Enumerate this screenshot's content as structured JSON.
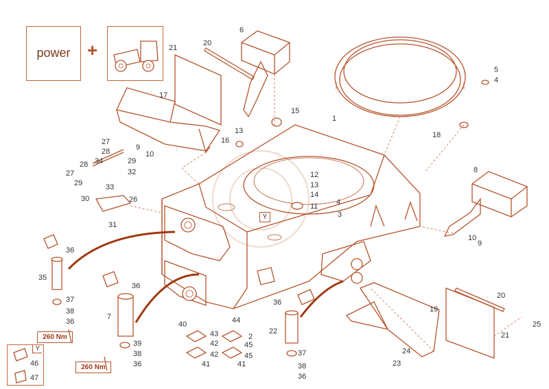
{
  "power_box": {
    "label": "power"
  },
  "plus": "+",
  "torque_labels": [
    "260 Nm",
    "260 Nm"
  ],
  "view_labels": {
    "main": "Y",
    "inset": "Y"
  },
  "colors": {
    "line": "#b5532a",
    "text": "#333333",
    "frame": "#c8653a"
  },
  "callouts": [
    {
      "id": "c1",
      "text": "1"
    },
    {
      "id": "c2",
      "text": "2"
    },
    {
      "id": "c3",
      "text": "3"
    },
    {
      "id": "c4a",
      "text": "4"
    },
    {
      "id": "c4b",
      "text": "4"
    },
    {
      "id": "c5",
      "text": "5"
    },
    {
      "id": "c6",
      "text": "6"
    },
    {
      "id": "c7",
      "text": "7"
    },
    {
      "id": "c8",
      "text": "8"
    },
    {
      "id": "c9a",
      "text": "9"
    },
    {
      "id": "c9b",
      "text": "9"
    },
    {
      "id": "c10a",
      "text": "10"
    },
    {
      "id": "c10b",
      "text": "10"
    },
    {
      "id": "c11",
      "text": "11"
    },
    {
      "id": "c12",
      "text": "12"
    },
    {
      "id": "c13a",
      "text": "13"
    },
    {
      "id": "c13b",
      "text": "13"
    },
    {
      "id": "c14",
      "text": "14"
    },
    {
      "id": "c15",
      "text": "15"
    },
    {
      "id": "c16",
      "text": "16"
    },
    {
      "id": "c17",
      "text": "17"
    },
    {
      "id": "c18",
      "text": "18"
    },
    {
      "id": "c19",
      "text": "19"
    },
    {
      "id": "c20a",
      "text": "20"
    },
    {
      "id": "c20b",
      "text": "20"
    },
    {
      "id": "c21a",
      "text": "21"
    },
    {
      "id": "c21b",
      "text": "21"
    },
    {
      "id": "c22",
      "text": "22"
    },
    {
      "id": "c23",
      "text": "23"
    },
    {
      "id": "c24",
      "text": "24"
    },
    {
      "id": "c25",
      "text": "25"
    },
    {
      "id": "c26",
      "text": "26"
    },
    {
      "id": "c27a",
      "text": "27"
    },
    {
      "id": "c27b",
      "text": "27"
    },
    {
      "id": "c28a",
      "text": "28"
    },
    {
      "id": "c28b",
      "text": "28"
    },
    {
      "id": "c29a",
      "text": "29"
    },
    {
      "id": "c29b",
      "text": "29"
    },
    {
      "id": "c30",
      "text": "30"
    },
    {
      "id": "c31",
      "text": "31"
    },
    {
      "id": "c32",
      "text": "32"
    },
    {
      "id": "c33",
      "text": "33"
    },
    {
      "id": "c34",
      "text": "34"
    },
    {
      "id": "c35",
      "text": "35"
    },
    {
      "id": "c36a",
      "text": "36"
    },
    {
      "id": "c36b",
      "text": "36"
    },
    {
      "id": "c36c",
      "text": "36"
    },
    {
      "id": "c36d",
      "text": "36"
    },
    {
      "id": "c36e",
      "text": "36"
    },
    {
      "id": "c36f",
      "text": "36"
    },
    {
      "id": "c37a",
      "text": "37"
    },
    {
      "id": "c37b",
      "text": "37"
    },
    {
      "id": "c38a",
      "text": "38"
    },
    {
      "id": "c38b",
      "text": "38"
    },
    {
      "id": "c38c",
      "text": "38"
    },
    {
      "id": "c39",
      "text": "39"
    },
    {
      "id": "c40",
      "text": "40"
    },
    {
      "id": "c41a",
      "text": "41"
    },
    {
      "id": "c41b",
      "text": "41"
    },
    {
      "id": "c42a",
      "text": "42"
    },
    {
      "id": "c42b",
      "text": "42"
    },
    {
      "id": "c43",
      "text": "43"
    },
    {
      "id": "c44",
      "text": "44"
    },
    {
      "id": "c45a",
      "text": "45"
    },
    {
      "id": "c45b",
      "text": "45"
    },
    {
      "id": "c46",
      "text": "46"
    },
    {
      "id": "c47",
      "text": "47"
    }
  ]
}
